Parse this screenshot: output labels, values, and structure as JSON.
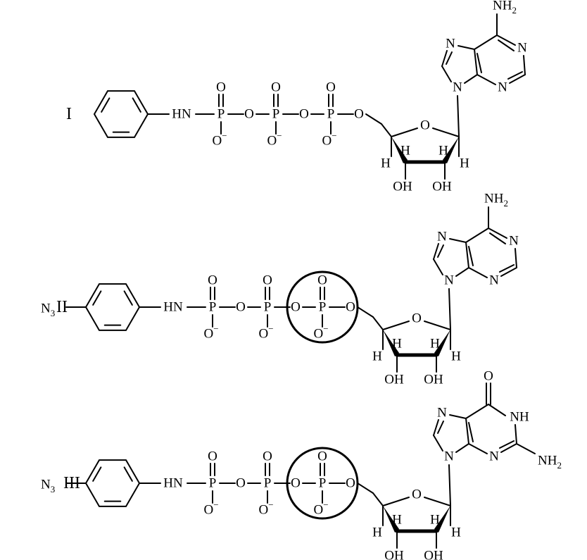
{
  "compounds": [
    {
      "label": "I",
      "substituent": "",
      "base": "adenine",
      "sugar": {
        "h1": "H",
        "h2": "H",
        "h3": "H",
        "h4": "H",
        "oh1": "OH",
        "oh2": "OH"
      },
      "linker": {
        "hn": "HN",
        "o": "O",
        "o_minus": "O",
        "charge": "−"
      },
      "base_text": {
        "amine": "NH",
        "sub2": "2",
        "n": "N"
      },
      "boxed_phosphate": false
    },
    {
      "label": "II",
      "substituent": "N",
      "substituent_sub": "3",
      "base": "adenine",
      "sugar": {
        "h1": "H",
        "h2": "H",
        "h3": "H",
        "h4": "H",
        "oh1": "OH",
        "oh2": "OH"
      },
      "linker": {
        "hn": "HN",
        "o": "O",
        "o_minus": "O",
        "charge": "−"
      },
      "base_text": {
        "amine": "NH",
        "sub2": "2",
        "n": "N"
      },
      "boxed_phosphate": true
    },
    {
      "label": "III",
      "substituent": "N",
      "substituent_sub": "3",
      "base": "guanine",
      "sugar": {
        "h1": "H",
        "h2": "H",
        "h3": "H",
        "h4": "H",
        "oh1": "OH",
        "oh2": "OH"
      },
      "linker": {
        "hn": "HN",
        "o": "O",
        "o_minus": "O",
        "charge": "−"
      },
      "base_text": {
        "amine": "NH",
        "sub2": "2",
        "n": "N",
        "nh": "NH"
      },
      "boxed_phosphate": true
    }
  ],
  "atoms": {
    "phosphorus": "P",
    "oxygen": "O",
    "nitrogen": "N"
  }
}
